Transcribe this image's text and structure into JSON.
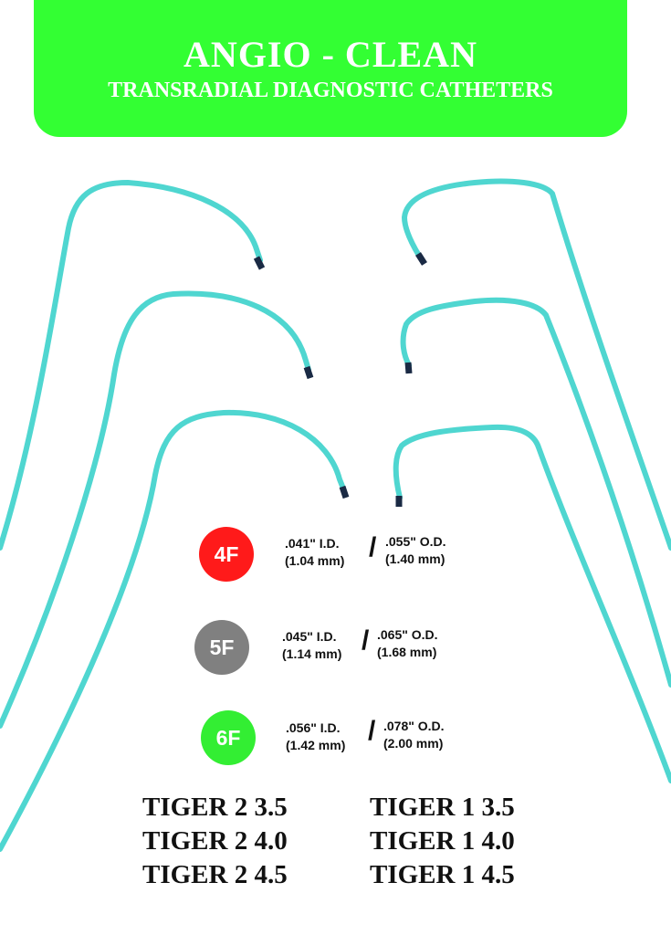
{
  "header": {
    "title": "ANGIO - CLEAN",
    "subtitle": "TRANSRADIAL DIAGNOSTIC CATHETERS",
    "background": "#33ff33"
  },
  "catheter_color": "#4fd6d0",
  "catheter_tip_color": "#1a2a44",
  "sizes": [
    {
      "label": "4F",
      "color": "#ff1a1a",
      "id_in": ".041\" I.D.",
      "id_mm": "(1.04 mm)",
      "od_in": ".055\" O.D.",
      "od_mm": "(1.40 mm)",
      "separator": "/"
    },
    {
      "label": "5F",
      "color": "#808080",
      "id_in": ".045\" I.D.",
      "id_mm": "(1.14 mm)",
      "od_in": ".065\" O.D.",
      "od_mm": "(1.68 mm)",
      "separator": "/"
    },
    {
      "label": "6F",
      "color": "#33ee33",
      "id_in": ".056\" I.D.",
      "id_mm": "(1.42 mm)",
      "od_in": ".078\" O.D.",
      "od_mm": "(2.00 mm)",
      "separator": "/"
    }
  ],
  "models_left": [
    "TIGER 2 3.5",
    "TIGER 2 4.0",
    "TIGER 2 4.5"
  ],
  "models_right": [
    "TIGER 1 3.5",
    "TIGER 1 4.0",
    "TIGER 1 4.5"
  ]
}
